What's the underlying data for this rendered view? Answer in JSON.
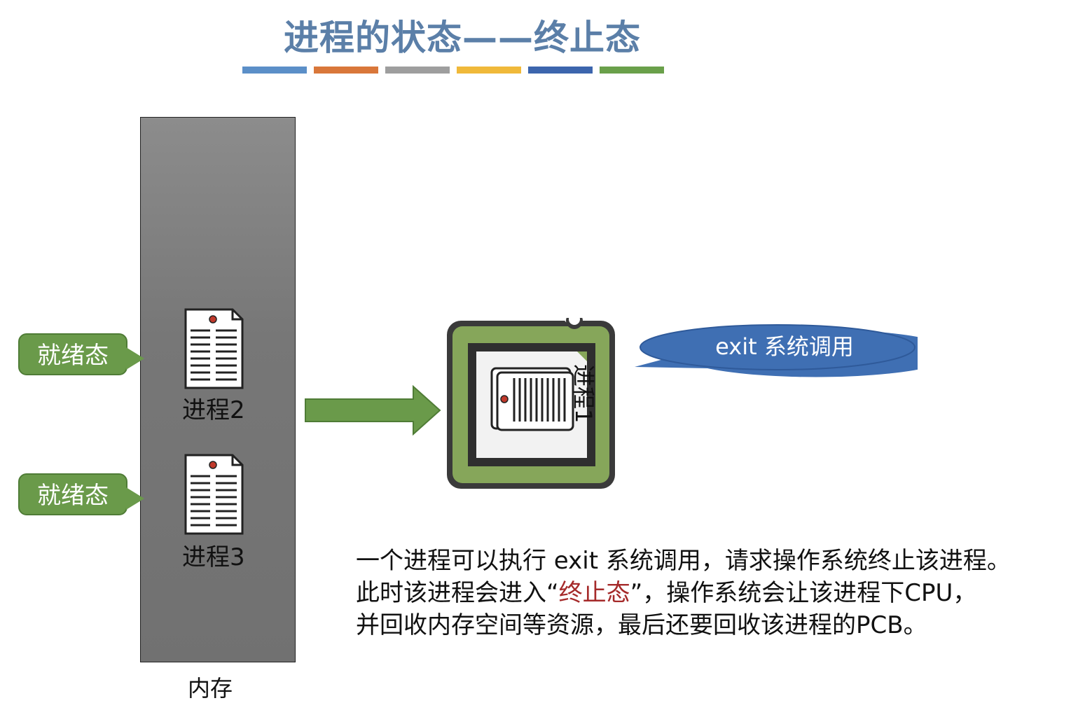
{
  "title": "进程的状态——终止态",
  "title_bar_colors": [
    "#5b8fc8",
    "#d9773a",
    "#9e9e9e",
    "#f0b93a",
    "#3c65ad",
    "#6aa04a"
  ],
  "memory": {
    "label": "内存"
  },
  "processes": [
    {
      "label": "进程2",
      "state": "就绪态"
    },
    {
      "label": "进程3",
      "state": "就绪态"
    }
  ],
  "cpu": {
    "process_label": "进程1"
  },
  "bubble": {
    "text": "exit 系统调用"
  },
  "description": {
    "line1": "一个进程可以执行 exit 系统调用，请求操作系统终止该进程。",
    "line2_pre": "此时该进程会进入“",
    "line2_em": "终止态",
    "line2_post": "”，操作系统会让该进程下CPU，",
    "line3": "并回收内存空间等资源，最后还要回收该进程的PCB。"
  }
}
